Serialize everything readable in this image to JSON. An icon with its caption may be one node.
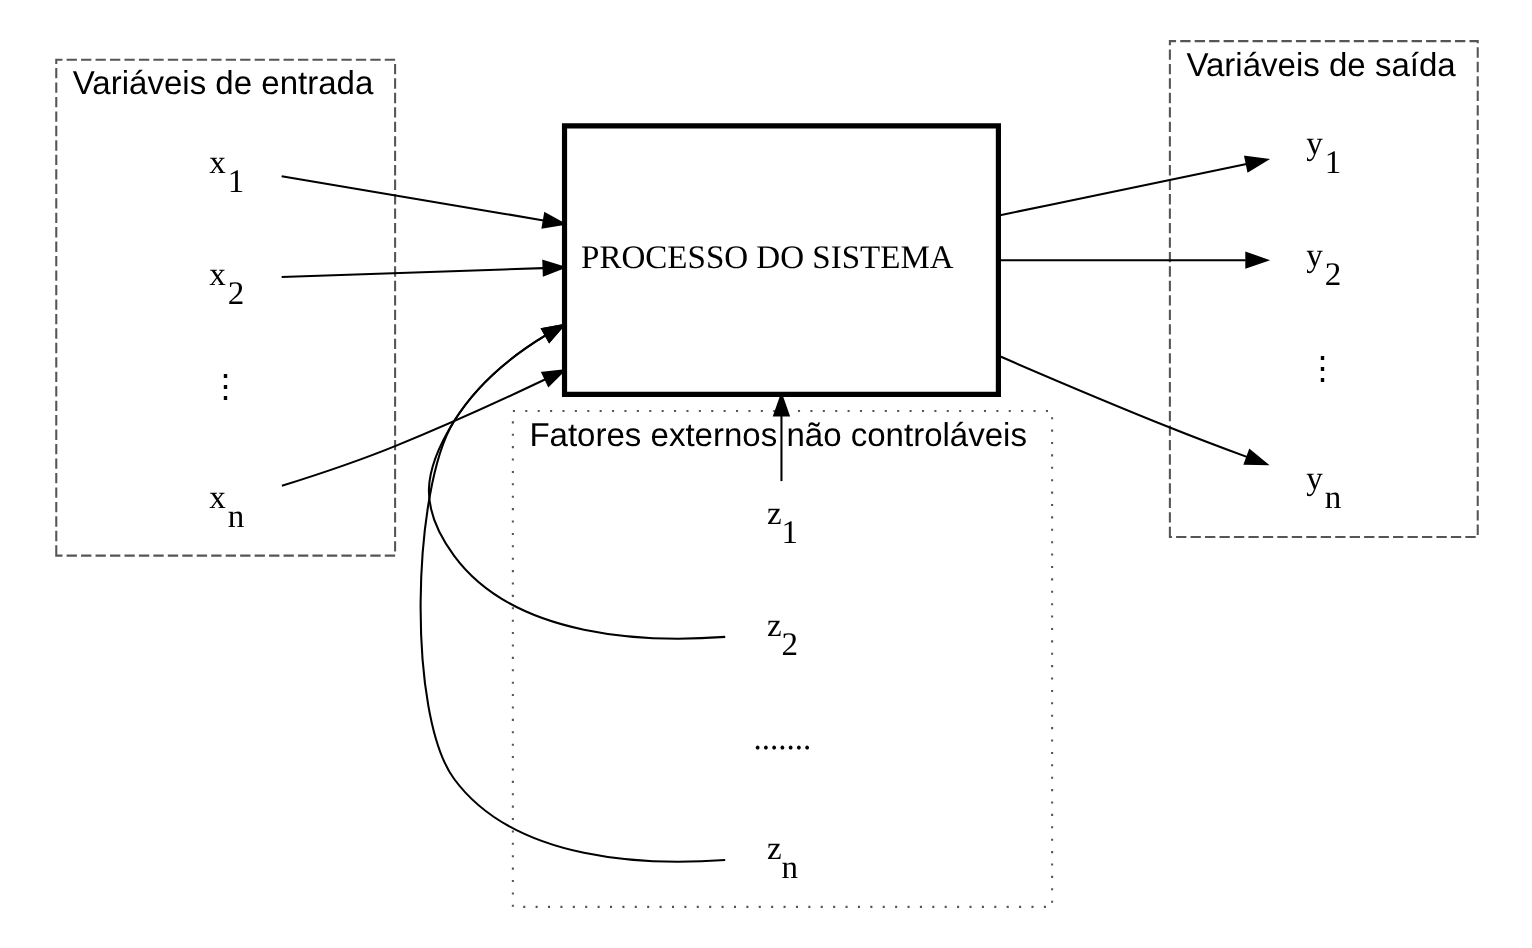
{
  "diagram": {
    "nodes": [
      {
        "text": [
          "Variáveis de entrada"
        ]
      },
      {
        "text": [
          "x$_{1}$"
        ],
        "in": 0
      },
      {
        "text": [
          "x$_{2}$"
        ],
        "in": 0
      },
      {
        "text": [
          "⋮"
        ],
        "in": 0
      },
      {
        "text": [
          "x$_{n}$"
        ],
        "in": 0
      },
      {
        "text": [
          "PROCESSO DO SISTEMA"
        ]
      },
      {
        "text": [
          "Variáveis de saída"
        ]
      },
      {
        "text": [
          "y$_{1}$"
        ],
        "in": 6
      },
      {
        "text": [
          "y$_{2}$"
        ],
        "in": 6
      },
      {
        "text": [
          "⋮"
        ],
        "in": 6
      },
      {
        "text": [
          "y$_{n}$"
        ],
        "in": 6
      },
      {
        "text": [
          "Fatores externos não controláveis"
        ]
      },
      {
        "text": [
          "z$_{1}$"
        ],
        "in": 11
      },
      {
        "text": [
          "z$_{2}$"
        ],
        "in": 11
      },
      {
        "text": [
          "......."
        ],
        "in": 11
      },
      {
        "text": [
          "z$_{n}$"
        ],
        "in": 11
      }
    ],
    "edges": [
      {
        "from": 1,
        "to": 5,
        "arrow": "to"
      },
      {
        "from": 2,
        "to": 5,
        "arrow": "to"
      },
      {
        "from": 4,
        "to": 5,
        "arrow": "to"
      },
      {
        "from": 5,
        "to": 7,
        "arrow": "to"
      },
      {
        "from": 5,
        "to": 8,
        "arrow": "to"
      },
      {
        "from": 5,
        "to": 10,
        "arrow": "to"
      },
      {
        "from": 12,
        "to": 5,
        "arrow": "to"
      },
      {
        "from": 13,
        "to": 5,
        "arrow": "to"
      },
      {
        "from": 15,
        "to": 5,
        "arrow": "to"
      }
    ]
  }
}
